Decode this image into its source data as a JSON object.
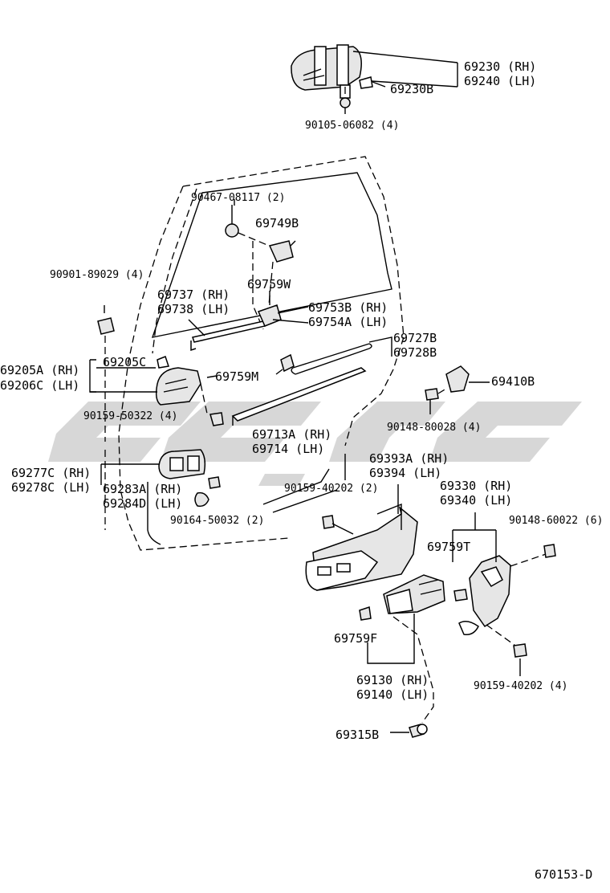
{
  "diagram_id": "670153-D",
  "labels": {
    "p69230": "69230 (RH)",
    "p69240": "69240 (LH)",
    "p69230B": "69230B",
    "p90105": "90105-06082 (4)",
    "p90467": "90467-08117 (2)",
    "p69749B": "69749B",
    "p90901": "90901-89029 (4)",
    "p69737": "69737 (RH)",
    "p69738": "69738 (LH)",
    "p69759W": "69759W",
    "p69753B": "69753B (RH)",
    "p69754A": "69754A (LH)",
    "p69205C": "69205C",
    "p69205A": "69205A (RH)",
    "p69206C": "69206C (LH)",
    "p69727B": "69727B",
    "p69728B": "69728B",
    "p69759M": "69759M",
    "p69410B": "69410B",
    "p90159_50322": "90159-50322 (4)",
    "p90148_80028": "90148-80028 (4)",
    "p69713A": "69713A (RH)",
    "p69714": "69714   (LH)",
    "p69277C": "69277C (RH)",
    "p69278C": "69278C (LH)",
    "p69393A": "69393A (RH)",
    "p69394": "69394   (LH)",
    "p69283A": "69283A (RH)",
    "p69284D": "69284D (LH)",
    "p90159_40202a": "90159-40202 (2)",
    "p69330": "69330 (RH)",
    "p69340": "69340 (LH)",
    "p90164": "90164-50032 (2)",
    "p90148_60022": "90148-60022 (6)",
    "p69759T": "69759T",
    "p69759F": "69759F",
    "p90159_40202b": "90159-40202 (4)",
    "p69130": "69130 (RH)",
    "p69140": "69140 (LH)",
    "p69315B": "69315B"
  }
}
